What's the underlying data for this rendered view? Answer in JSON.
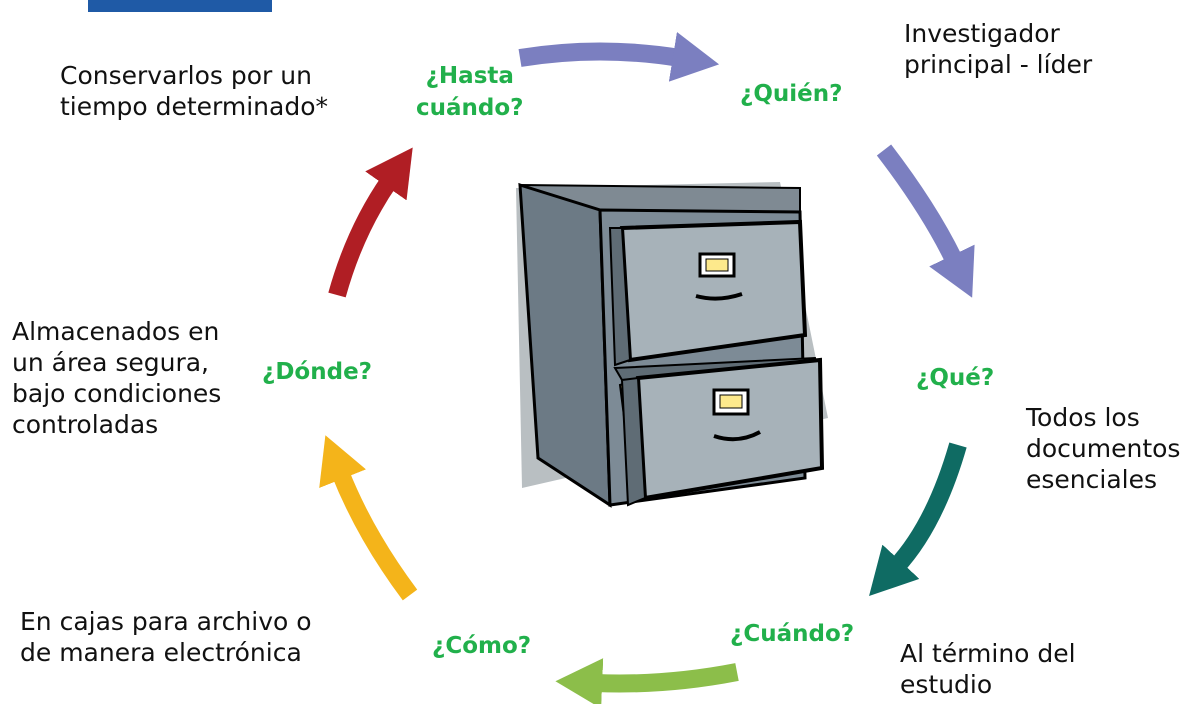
{
  "brand": {
    "color": "#1f5aa6"
  },
  "cycle": [
    {
      "id": "quien",
      "question": "¿Quién?",
      "answer": "Investigador\nprincipal - líder",
      "arrow_color": "#7b7fc0"
    },
    {
      "id": "que",
      "question": "¿Qué?",
      "answer": "Todos los\ndocumentos\nesenciales",
      "arrow_color": "#0f6b63"
    },
    {
      "id": "cuando",
      "question": "¿Cuándo?",
      "answer": "Al término del\nestudio",
      "arrow_color": "#8cbe4a"
    },
    {
      "id": "como",
      "question": "¿Cómo?",
      "answer": "En cajas para archivo o\nde manera electrónica",
      "arrow_color": "#f4b41a"
    },
    {
      "id": "donde",
      "question": "¿Dónde?",
      "answer": "Almacenados en\nun área segura,\nbajo condiciones\ncontroladas",
      "arrow_color": "#b01e24"
    },
    {
      "id": "hasta-cuando",
      "question": "¿Hasta\ncuándo?",
      "answer": "Conservarlos por un\ntiempo determinado*",
      "arrow_color": "#7b7fc0"
    }
  ],
  "center_image": {
    "icon": "filing-cabinet-icon"
  }
}
